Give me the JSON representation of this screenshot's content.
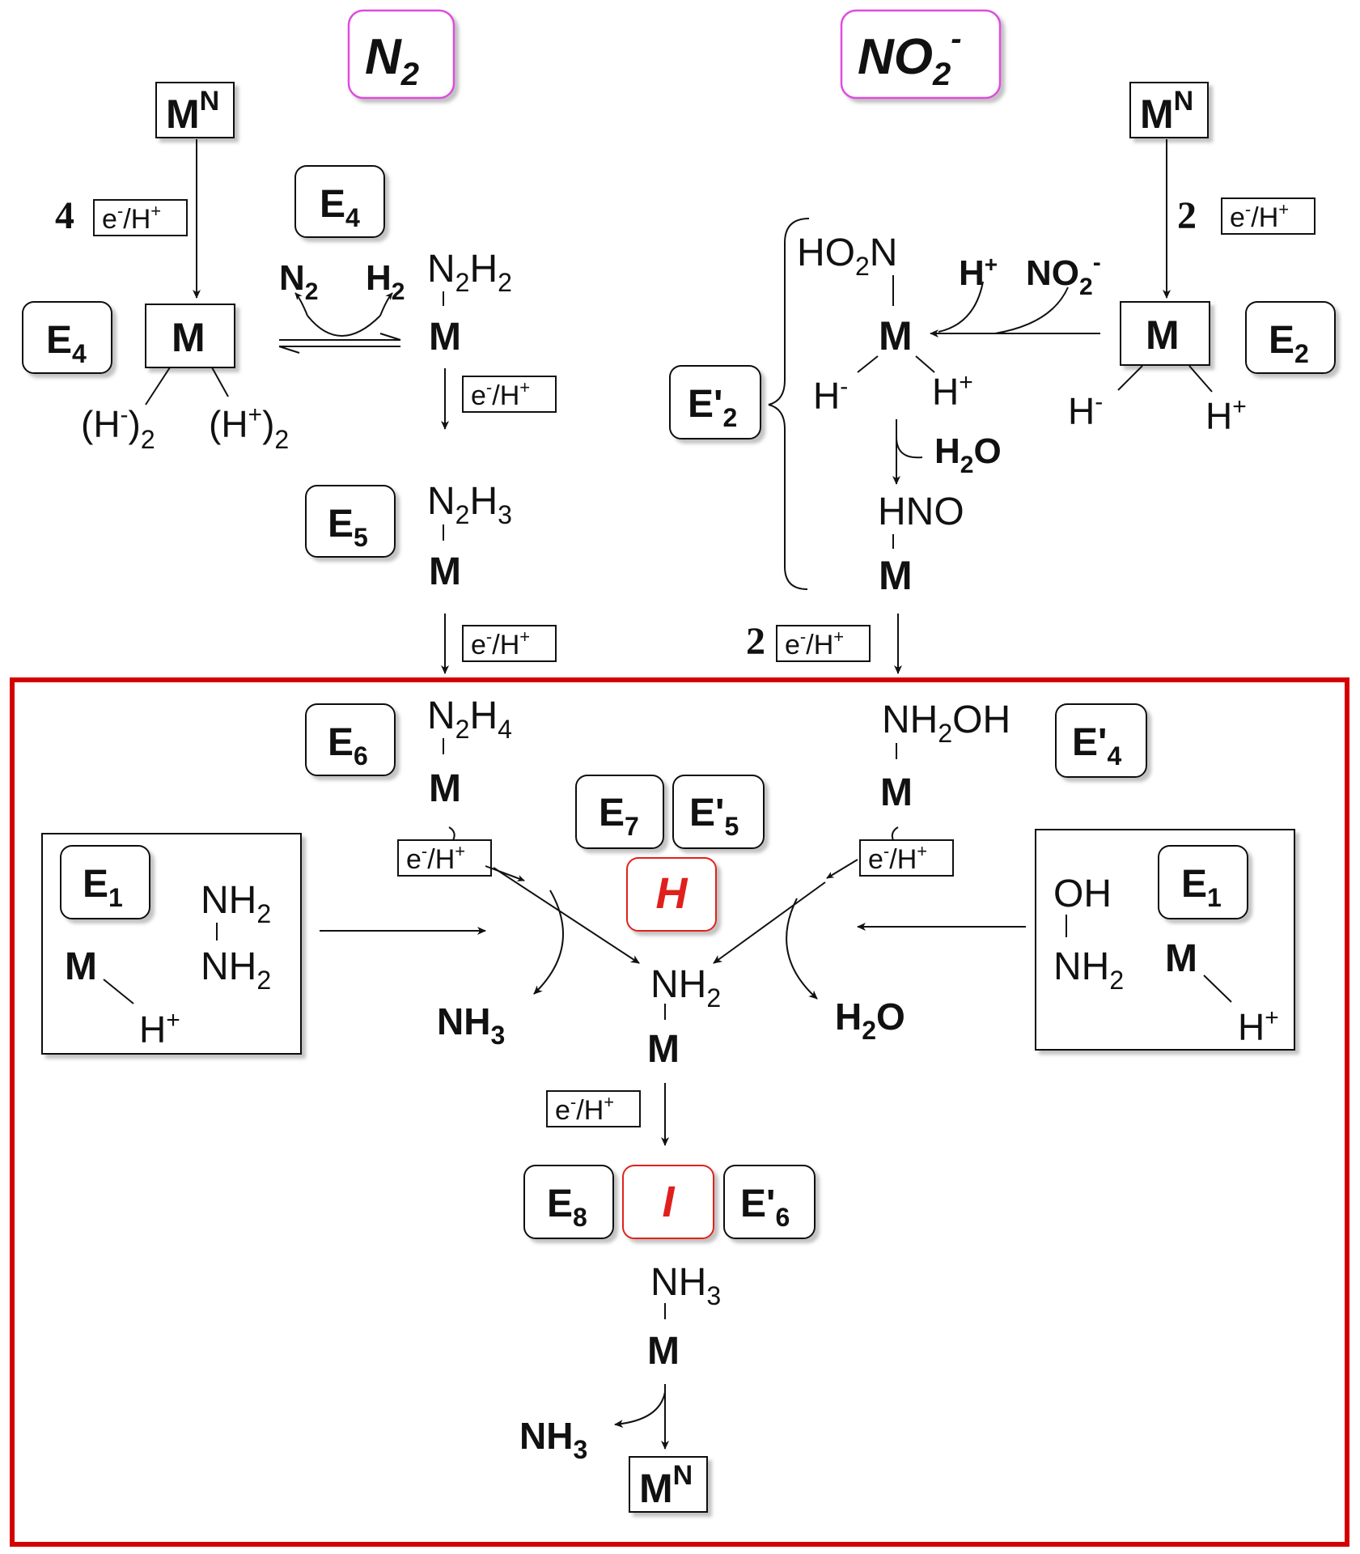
{
  "header": {
    "left_substrate": "N",
    "left_substrate_sub": "2",
    "right_substrate": "NO",
    "right_substrate_sub": "2",
    "right_substrate_sup": "-"
  },
  "common": {
    "metal": "M",
    "resting_state": "M",
    "resting_state_sup": "N",
    "electron": "e",
    "proton": "H",
    "charge_minus": "-",
    "charge_plus": "+",
    "slash": "/"
  },
  "n2_path": {
    "count_4": "4",
    "e4_box_top": "E",
    "e4_box_top_sub": "4",
    "e4_box_left": "E",
    "e4_box_left_sub": "4",
    "n2_released": "N",
    "n2_released_sub": "2",
    "h2_released": "H",
    "h2_released_sub": "2",
    "hydride_pair": "(H",
    "hydride_pair_close": ")",
    "pair_sub": "2",
    "proton_pair": "(H",
    "n2h2": "N",
    "n2h2_a": "2",
    "n2h2_b": "H",
    "n2h2_c": "2",
    "e5": "E",
    "e5_sub": "5",
    "n2h3_c": "3",
    "e6": "E",
    "e6_sub": "6",
    "n2h4_c": "4"
  },
  "no2_path": {
    "count_2_top": "2",
    "count_2_mid": "2",
    "e2": "E",
    "e2_sub": "2",
    "e2prime": "E'",
    "e2prime_sub": "2",
    "ho2n": "HO",
    "ho2n_sub": "2",
    "ho2n_end": "N",
    "h_plus": "H",
    "no2_in": "NO",
    "no2_in_sub": "2",
    "hminus": "H",
    "hplus": "H",
    "water_small": "H",
    "water_small_sub": "2",
    "water_small_end": "O",
    "hno": "HNO",
    "nh2oh": "NH",
    "nh2oh_sub": "2",
    "nh2oh_end": "OH",
    "e4prime": "E'",
    "e4prime_sub": "4"
  },
  "convergence": {
    "e7": "E",
    "e7_sub": "7",
    "e5prime": "E'",
    "e5prime_sub": "5",
    "intermediate_h": "H",
    "nh2": "NH",
    "nh2_sub": "2",
    "nh3_left": "NH",
    "nh3_left_sub": "3",
    "h2o_right": "H",
    "h2o_right_sub": "2",
    "h2o_right_end": "O",
    "e8": "E",
    "e8_sub": "8",
    "intermediate_i": "I",
    "e6prime": "E'",
    "e6prime_sub": "6",
    "nh3_bound": "NH",
    "nh3_bound_sub": "3",
    "nh3_released": "NH",
    "nh3_released_sub": "3"
  },
  "side_boxes": {
    "left_e1": "E",
    "left_e1_sub": "1",
    "left_nh2_top": "NH",
    "left_nh2_top_sub": "2",
    "left_nh2_bottom": "NH",
    "left_nh2_bottom_sub": "2",
    "right_e1": "E",
    "right_e1_sub": "1",
    "right_oh": "OH",
    "right_nh2": "NH",
    "right_nh2_sub": "2"
  },
  "colors": {
    "highlight_frame": "#d40000",
    "substrate_box_border": "#e04be0",
    "intermediate_text": "#e0201c",
    "ink": "#111111"
  }
}
